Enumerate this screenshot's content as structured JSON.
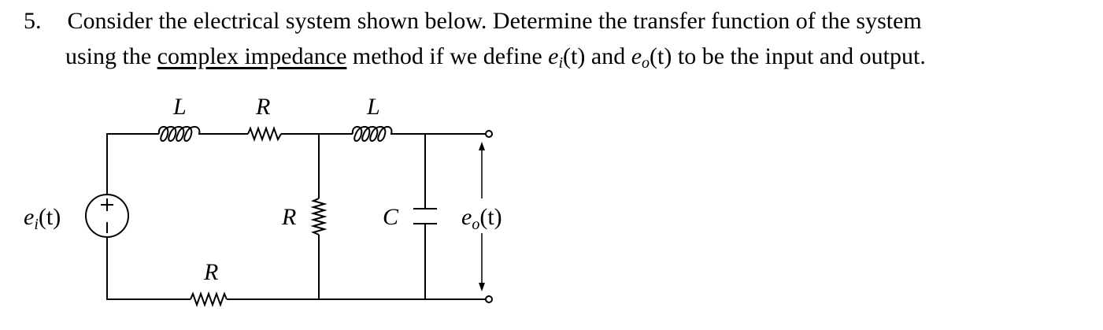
{
  "problem": {
    "number": "5.",
    "line1_text": "Consider the electrical system shown below. Determine the transfer function of the system",
    "line2_a": "using the",
    "line2_underlined": "complex impedance",
    "line2_b": "method if we define",
    "ei_e": "e",
    "ei_sub": "i",
    "ei_arg": "(t)",
    "and_text": "and",
    "eo_e": "e",
    "eo_sub": "o",
    "eo_arg": "(t)",
    "line2_c": "to be the input and output."
  },
  "circuit": {
    "labels": {
      "inductor_top_left": "L",
      "resistor_top": "R",
      "inductor_top_right": "L",
      "resistor_shunt": "R",
      "capacitor": "C",
      "resistor_bottom": "R",
      "source_e": "e",
      "source_sub": "i",
      "source_arg": "(t)",
      "output_e": "e",
      "output_sub": "o",
      "output_arg": "(t)",
      "plus": "+",
      "minus": "−"
    }
  }
}
